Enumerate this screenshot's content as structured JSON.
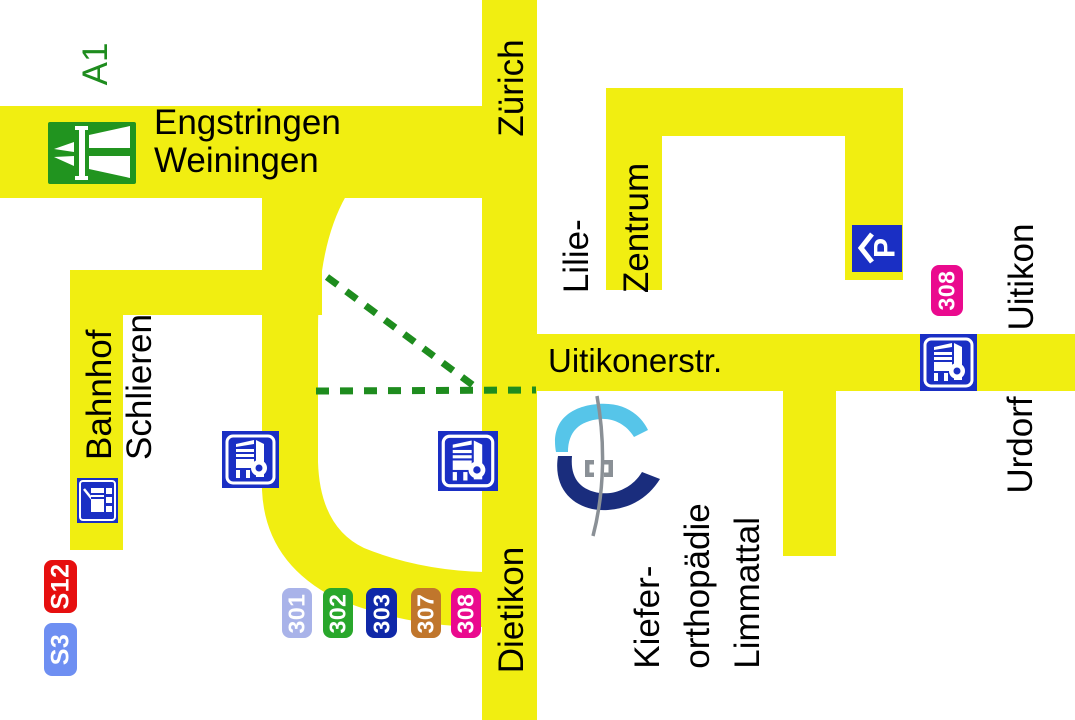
{
  "type": "access-map",
  "colors": {
    "road_yellow": "#F1EE11",
    "route_green": "#1E8C1E",
    "motorway_sign_green": "#21941F",
    "sign_blue": "#1A2FC4",
    "logo_light_blue": "#56C5E9",
    "logo_navy": "#1A2D7D",
    "logo_gray": "#8A9096",
    "text_black": "#000000",
    "badge_s12_red": "#E60F0F",
    "badge_s3_blue": "#6E8FF2",
    "badge_301_periwinkle": "#A9B3E9",
    "badge_302_green": "#29A72B",
    "badge_303_navy": "#0F28A8",
    "badge_307_brown": "#C0762C",
    "badge_308_magenta": "#EA0A8E"
  },
  "labels": {
    "a1": "A1",
    "motorway_exit": "Engstringen\nWeiningen",
    "zurich": "Zürich",
    "lilie_zentrum": "Lilie-\nZentrum",
    "bahnhof_schlieren": "Bahnhof\nSchlieren",
    "uitikonerstrasse": "Uitikonerstr.",
    "uitikon": "Uitikon",
    "urdorf": "Urdorf",
    "dietikon": "Dietikon",
    "practice": "Kiefer-\northopädie\nLimmattal"
  },
  "badges": {
    "s12": {
      "label": "S12",
      "color": "#E60F0F"
    },
    "s3": {
      "label": "S3",
      "color": "#6E8FF2"
    },
    "b301": {
      "label": "301",
      "color": "#A9B3E9"
    },
    "b302": {
      "label": "302",
      "color": "#29A72B"
    },
    "b303": {
      "label": "303",
      "color": "#0F28A8"
    },
    "b307": {
      "label": "307",
      "color": "#C0762C"
    },
    "b308": {
      "label": "308",
      "color": "#EA0A8E"
    },
    "b308_uitikon": {
      "label": "308",
      "color": "#EA0A8E"
    }
  },
  "parking_letter": "P",
  "icons": {
    "motorway": "motorway-junction-icon",
    "train_station": "train-station-icon",
    "bus_stop": "bus-stop-icon",
    "parking": "parking-icon",
    "logo": "tooth-braces-logo"
  }
}
